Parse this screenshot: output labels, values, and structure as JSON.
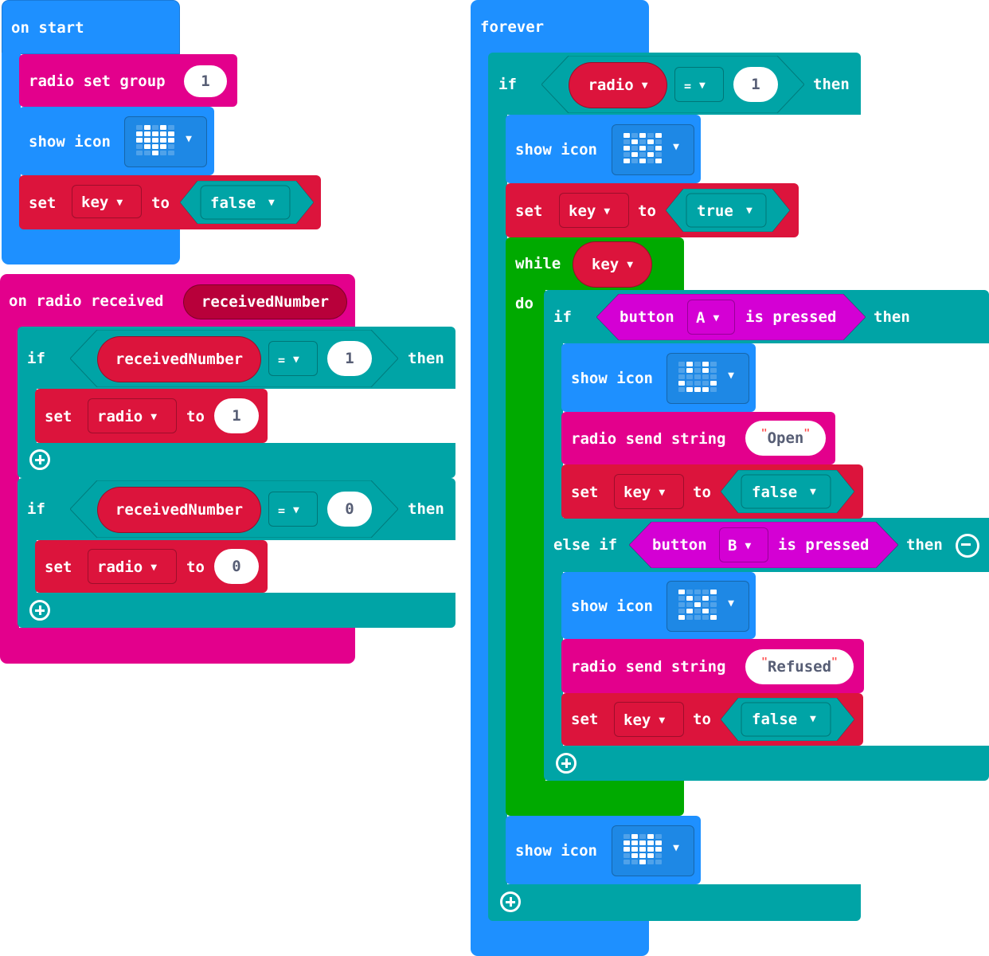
{
  "on_start": {
    "hat_label": "on start",
    "radio_set_group": {
      "label": "radio set group",
      "value": "1"
    },
    "show_icon": {
      "label": "show icon",
      "icon": "heart-icon",
      "pattern": [
        0,
        1,
        0,
        1,
        0,
        1,
        1,
        1,
        1,
        1,
        1,
        1,
        1,
        1,
        1,
        0,
        1,
        1,
        1,
        0,
        0,
        0,
        1,
        0,
        0
      ]
    },
    "set_key": {
      "set": "set",
      "var": "key",
      "to": "to",
      "value": "false"
    }
  },
  "on_radio_received": {
    "hat_label": "on radio received",
    "param": "receivedNumber",
    "if1": {
      "if": "if",
      "var": "receivedNumber",
      "op": "=",
      "value": "1",
      "then": "then",
      "set": "set",
      "set_var": "radio",
      "to": "to",
      "set_value": "1"
    },
    "if2": {
      "if": "if",
      "var": "receivedNumber",
      "op": "=",
      "value": "0",
      "then": "then",
      "set": "set",
      "set_var": "radio",
      "to": "to",
      "set_value": "0"
    }
  },
  "forever": {
    "hat_label": "forever",
    "if_radio": {
      "if": "if",
      "var": "radio",
      "op": "=",
      "value": "1",
      "then": "then"
    },
    "show_icon_1": {
      "label": "show icon",
      "icon": "chessboard-icon",
      "pattern": [
        1,
        0,
        1,
        0,
        1,
        0,
        1,
        0,
        1,
        0,
        1,
        0,
        1,
        0,
        1,
        0,
        1,
        0,
        1,
        0,
        1,
        0,
        1,
        0,
        1
      ]
    },
    "set_key_true": {
      "set": "set",
      "var": "key",
      "to": "to",
      "value": "true"
    },
    "while_key": {
      "while": "while",
      "var": "key",
      "do": "do"
    },
    "if_button_a": {
      "if": "if",
      "button": "button",
      "key": "A",
      "is_pressed": "is pressed",
      "then": "then"
    },
    "show_icon_2": {
      "label": "show icon",
      "icon": "happy-icon",
      "pattern": [
        0,
        1,
        0,
        1,
        0,
        0,
        1,
        0,
        1,
        0,
        0,
        0,
        0,
        0,
        0,
        1,
        0,
        0,
        0,
        1,
        0,
        1,
        1,
        1,
        0
      ]
    },
    "send_open": {
      "label": "radio send string",
      "value": "Open"
    },
    "set_key_false_1": {
      "set": "set",
      "var": "key",
      "to": "to",
      "value": "false"
    },
    "else_if_button_b": {
      "else_if": "else if",
      "button": "button",
      "key": "B",
      "is_pressed": "is pressed",
      "then": "then"
    },
    "show_icon_3": {
      "label": "show icon",
      "icon": "no-icon",
      "pattern": [
        1,
        0,
        0,
        0,
        1,
        0,
        1,
        0,
        1,
        0,
        0,
        0,
        1,
        0,
        0,
        0,
        1,
        0,
        1,
        0,
        1,
        0,
        0,
        0,
        1
      ]
    },
    "send_refused": {
      "label": "radio send string",
      "value": "Refused"
    },
    "set_key_false_2": {
      "set": "set",
      "var": "key",
      "to": "to",
      "value": "false"
    },
    "show_icon_4": {
      "label": "show icon",
      "icon": "heart-icon",
      "pattern": [
        0,
        1,
        0,
        1,
        0,
        1,
        1,
        1,
        1,
        1,
        1,
        1,
        1,
        1,
        1,
        0,
        1,
        1,
        1,
        0,
        0,
        0,
        1,
        0,
        0
      ]
    }
  },
  "colors": {
    "basic_blue": "#1e90ff",
    "radio_pink": "#e3008c",
    "variables_red": "#dc143c",
    "logic_teal": "#00a4a6",
    "loops_green": "#00aa00",
    "input_magenta": "#d400d4"
  }
}
